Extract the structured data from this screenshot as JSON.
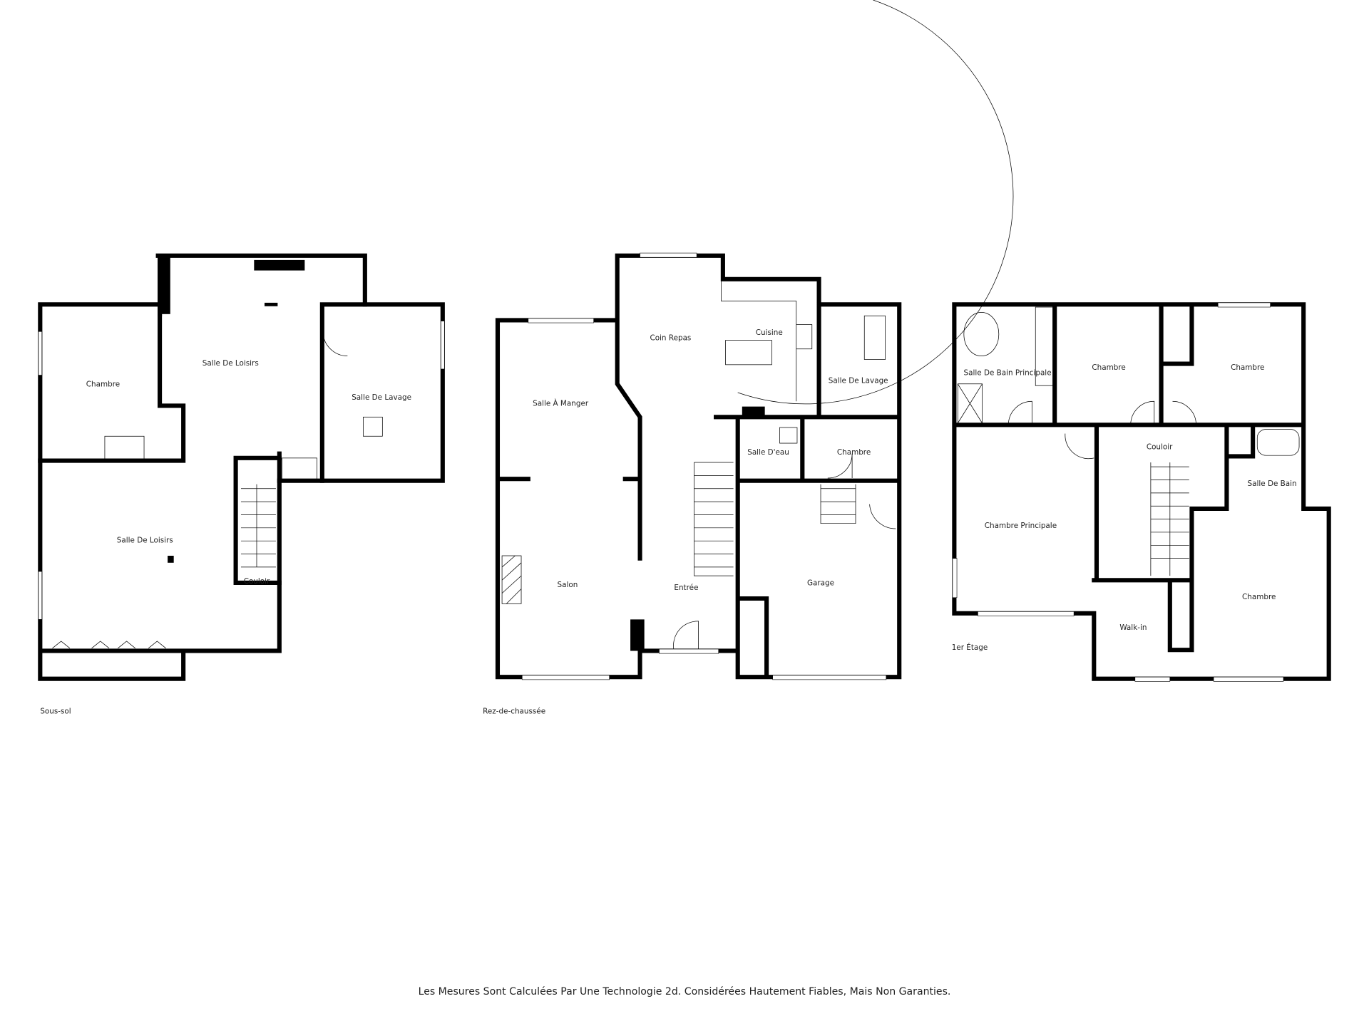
{
  "floors": {
    "basement": {
      "name": "Sous-sol",
      "rooms": [
        "Chambre",
        "Salle De Loisirs",
        "Salle De Lavage",
        "Salle De Loisirs",
        "Couloir"
      ]
    },
    "ground": {
      "name": "Rez-de-chaussée",
      "rooms": [
        "Salle À Manger",
        "Coin Repas",
        "Cuisine",
        "Salle De Lavage",
        "Salle D'eau",
        "Chambre",
        "Salon",
        "Entrée",
        "Garage"
      ]
    },
    "upper": {
      "name": "1er Étage",
      "rooms": [
        "Salle De Bain Principale",
        "Chambre",
        "Chambre",
        "Couloir",
        "Chambre Principale",
        "Salle De Bain",
        "Walk-in",
        "Chambre"
      ]
    }
  },
  "footer": "Les Mesures Sont Calculées Par Une Technologie 2d. Considérées Hautement Fiables, Mais Non Garanties."
}
